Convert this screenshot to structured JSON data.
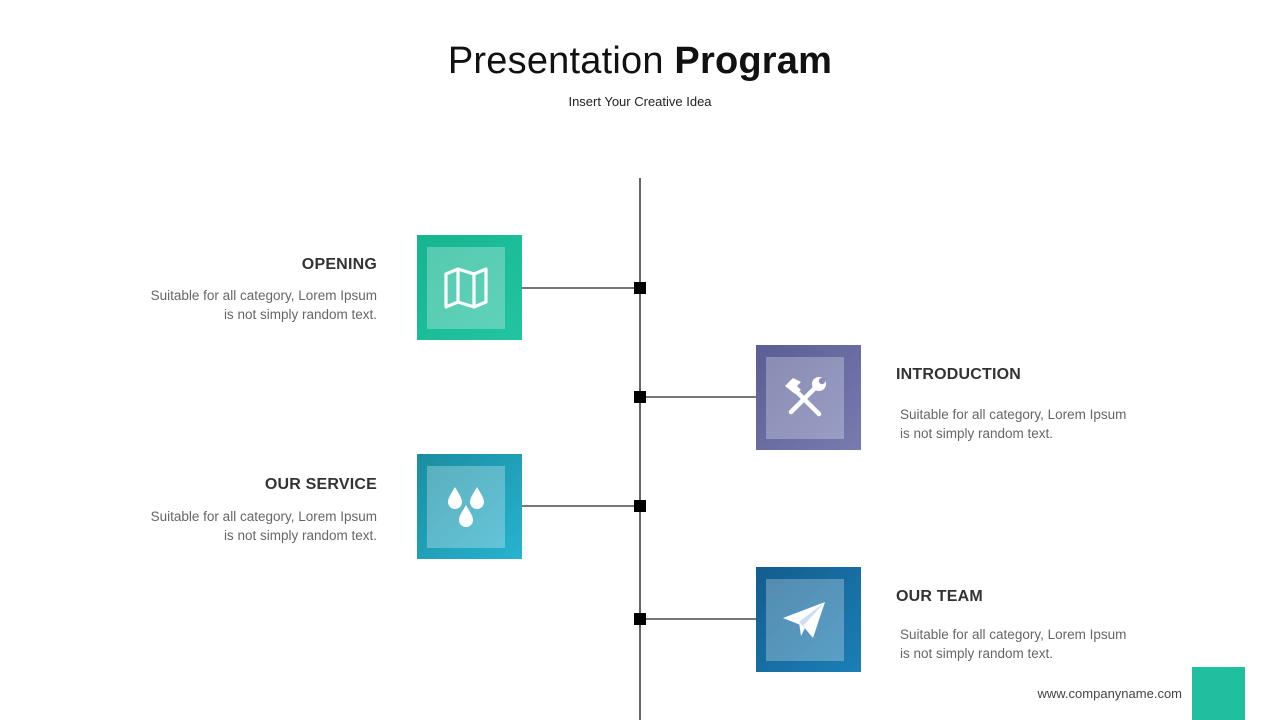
{
  "header": {
    "title_light": "Presentation",
    "title_bold": "Program",
    "subtitle": "Insert Your Creative Idea"
  },
  "items": [
    {
      "title": "OPENING",
      "desc_line1": "Suitable for all category, Lorem Ipsum",
      "desc_line2": "is not simply random text.",
      "icon": "map-icon",
      "color": "#1fbf9f"
    },
    {
      "title": "INTRODUCTION",
      "desc_line1": "Suitable for all category, Lorem Ipsum",
      "desc_line2": "is not simply random text.",
      "icon": "tools-icon",
      "color": "#6a6ea3"
    },
    {
      "title": "OUR SERVICE",
      "desc_line1": "Suitable for all category, Lorem Ipsum",
      "desc_line2": "is not simply random text.",
      "icon": "water-drops-icon",
      "color": "#209fb9"
    },
    {
      "title": "OUR TEAM",
      "desc_line1": "Suitable for all category, Lorem Ipsum",
      "desc_line2": "is not simply random text.",
      "icon": "paper-plane-icon",
      "color": "#166ea3"
    }
  ],
  "footer": {
    "url": "www.companyname.com",
    "accent_color": "#1fbf9f"
  }
}
